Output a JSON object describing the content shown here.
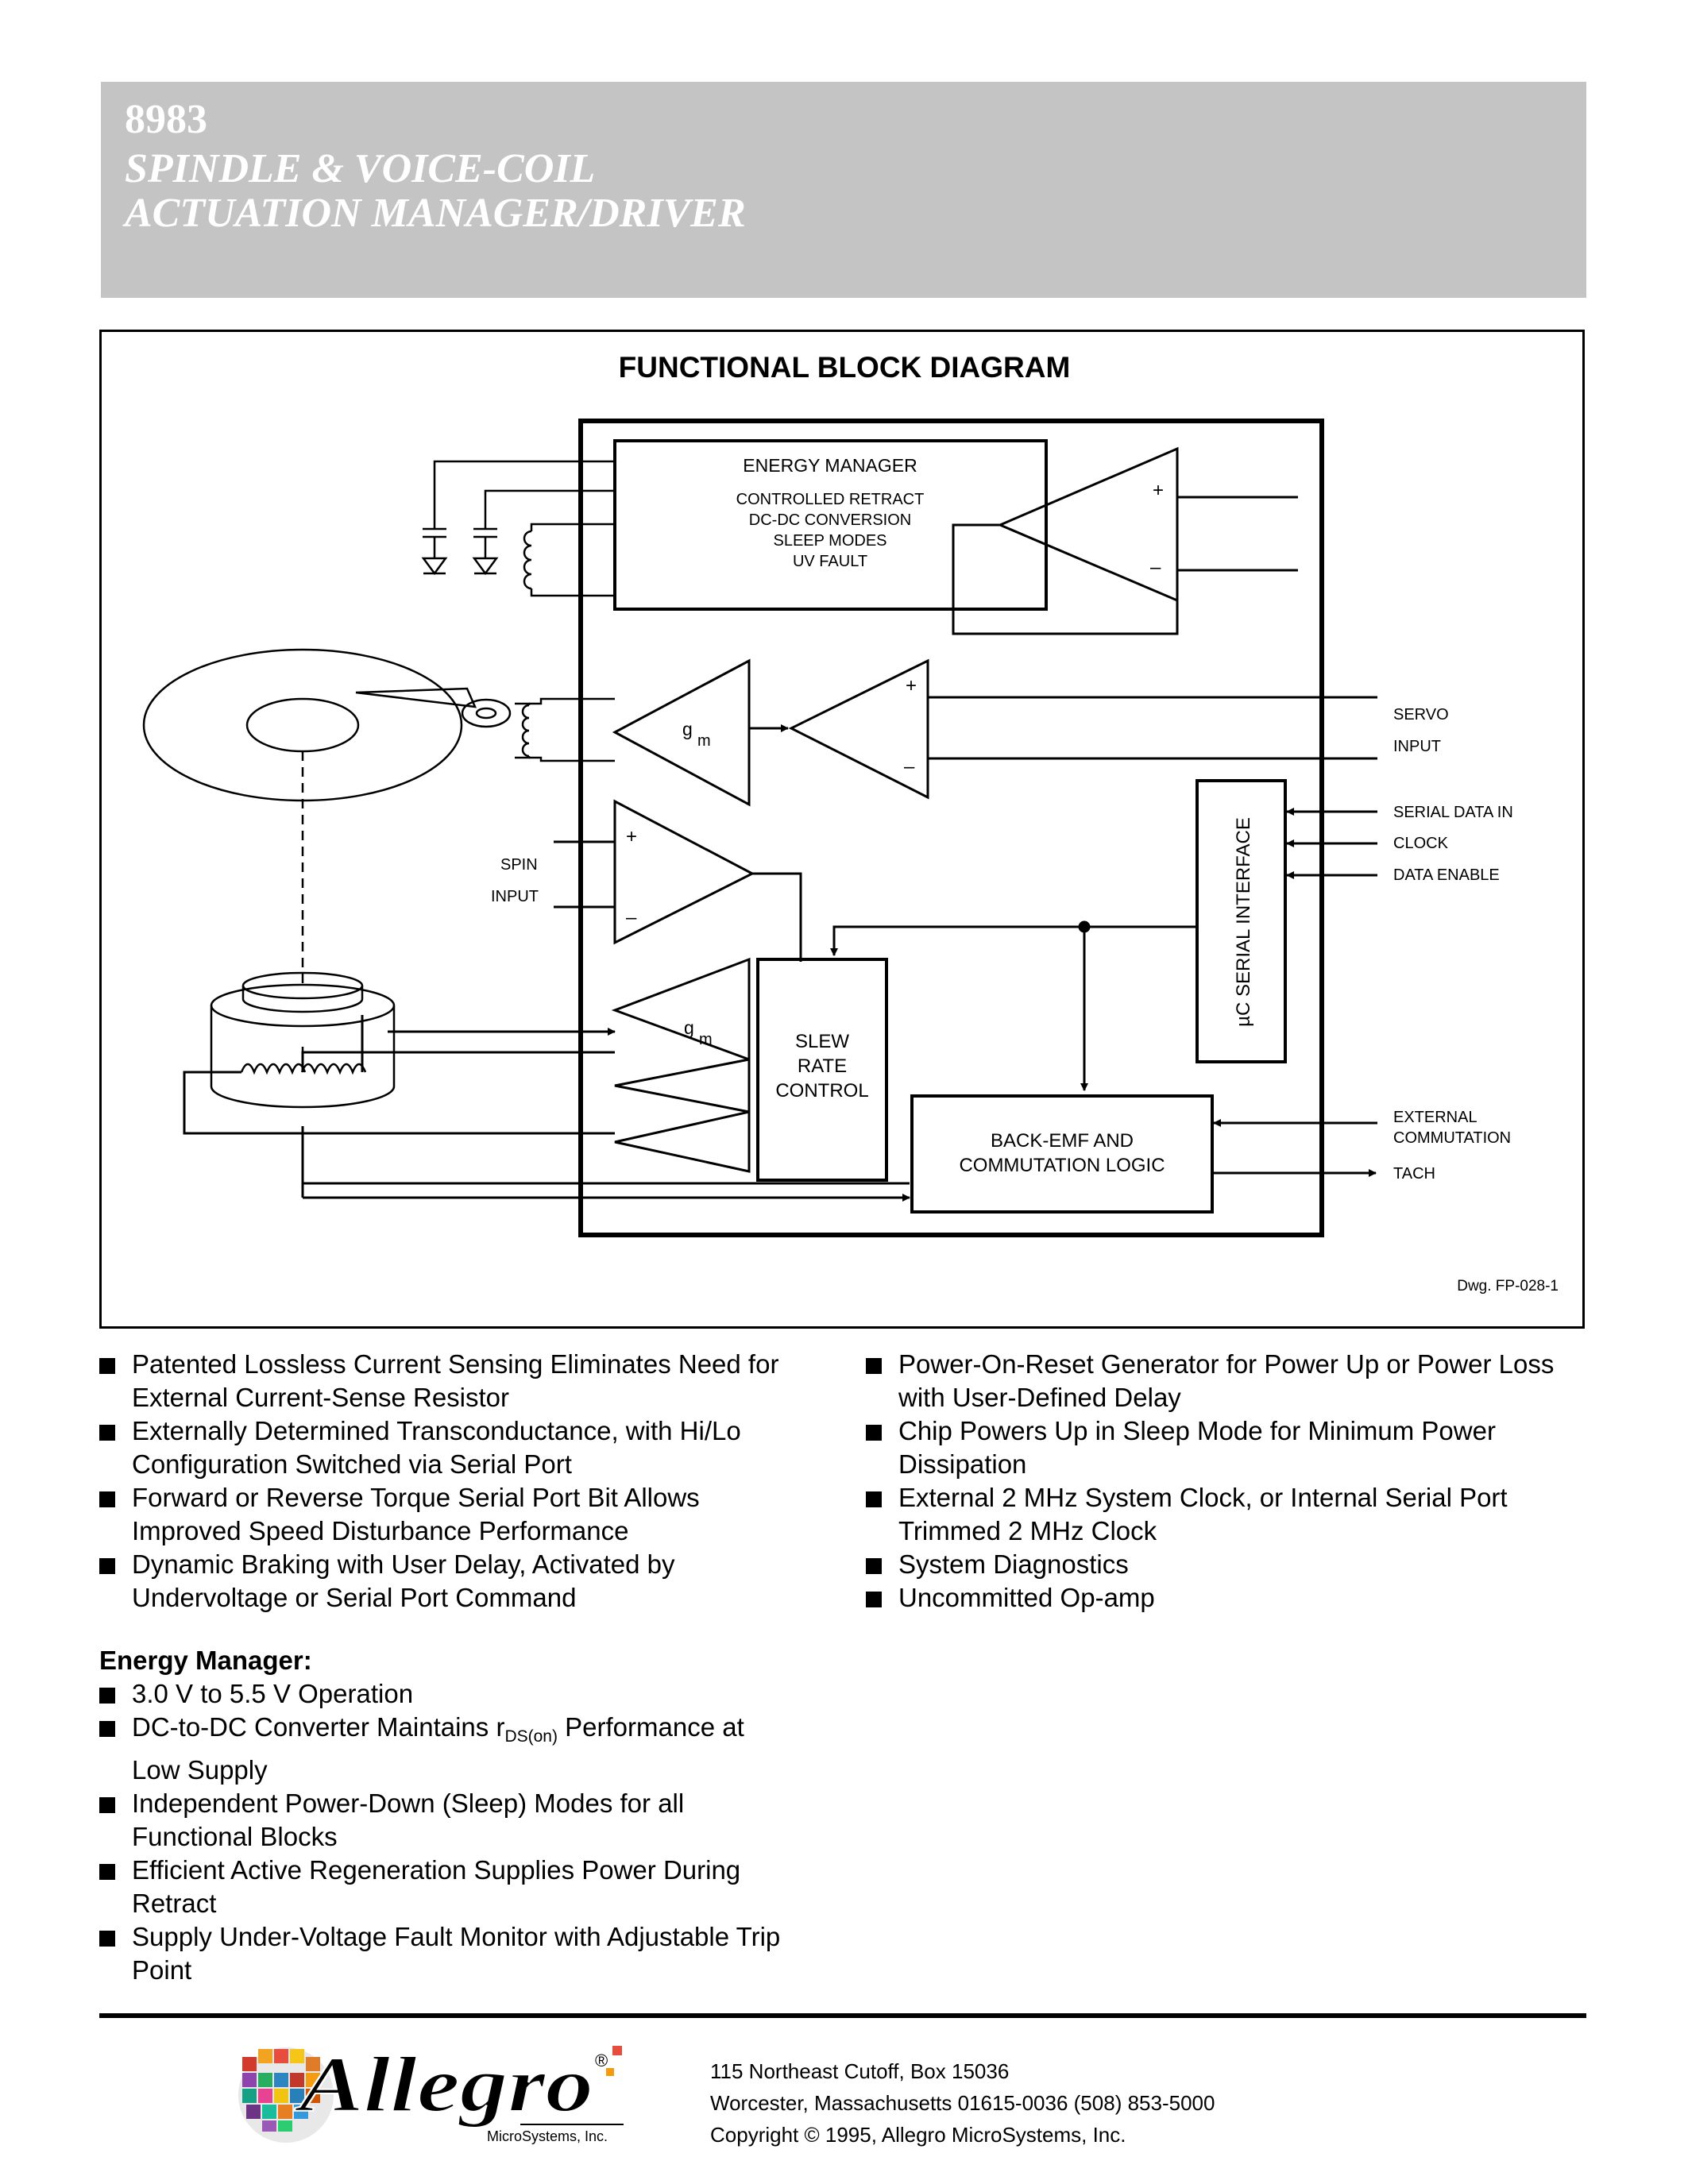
{
  "header": {
    "part_number": "8983",
    "title_line1": "SPINDLE & VOICE-COIL",
    "title_line2": "ACTUATION MANAGER/DRIVER"
  },
  "diagram": {
    "title": "FUNCTIONAL BLOCK DIAGRAM",
    "energy_manager": {
      "title": "ENERGY MANAGER",
      "lines": [
        "CONTROLLED RETRACT",
        "DC-DC CONVERSION",
        "SLEEP MODES",
        "UV FAULT"
      ]
    },
    "gm_label": "g",
    "gm_sub": "m",
    "plus": "+",
    "minus": "–",
    "slew": [
      "SLEW",
      "RATE",
      "CONTROL"
    ],
    "backemf": [
      "BACK-EMF AND",
      "COMMUTATION LOGIC"
    ],
    "serial_interface": "µC SERIAL INTERFACE",
    "spin_input": [
      "SPIN",
      "INPUT"
    ],
    "servo_input": [
      "SERVO",
      "INPUT"
    ],
    "serial_pins": [
      "SERIAL DATA  IN",
      "CLOCK",
      "DATA ENABLE"
    ],
    "external_commutation": [
      "EXTERNAL",
      "COMMUTATION"
    ],
    "tach": "TACH",
    "drawing_number": "Dwg. FP-028-1"
  },
  "features_left": [
    "Patented Lossless Current Sensing Eliminates Need for External Current-Sense Resistor",
    "Externally Determined Transconductance, with Hi/Lo Configuration Switched via Serial Port",
    "Forward or Reverse Torque Serial Port Bit Allows Improved Speed Disturbance Performance",
    "Dynamic Braking with User Delay, Activated by Undervoltage or Serial Port Command"
  ],
  "features_right": [
    "Power-On-Reset Generator for Power Up or Power Loss with User-Defined Delay",
    "Chip Powers Up in Sleep Mode for Minimum Power Dissipation",
    "External 2 MHz System Clock, or Internal Serial Port Trimmed 2 MHz Clock",
    "System Diagnostics",
    "Uncommitted Op-amp"
  ],
  "energy_manager_section": {
    "heading": "Energy Manager:",
    "items": [
      "3.0 V to 5.5 V Operation",
      "Independent Power-Down (Sleep) Modes for all Functional Blocks",
      "Efficient Active Regeneration Supplies Power During Retract",
      "Supply Under-Voltage Fault Monitor with Adjustable Trip Point"
    ],
    "dc_item_prefix": "DC-to-DC Converter Maintains r",
    "dc_item_subscript": "DS(on)",
    "dc_item_suffix": " Performance at Low Supply"
  },
  "footer": {
    "address_line1": "115 Northeast Cutoff, Box 15036",
    "address_line2": "Worcester, Massachusetts 01615-0036  (508) 853-5000",
    "copyright": "Copyright © 1995, Allegro MicroSystems, Inc.",
    "logo_text": "Allegro",
    "logo_registered": "®",
    "logo_subtext": "MicroSystems, Inc."
  }
}
